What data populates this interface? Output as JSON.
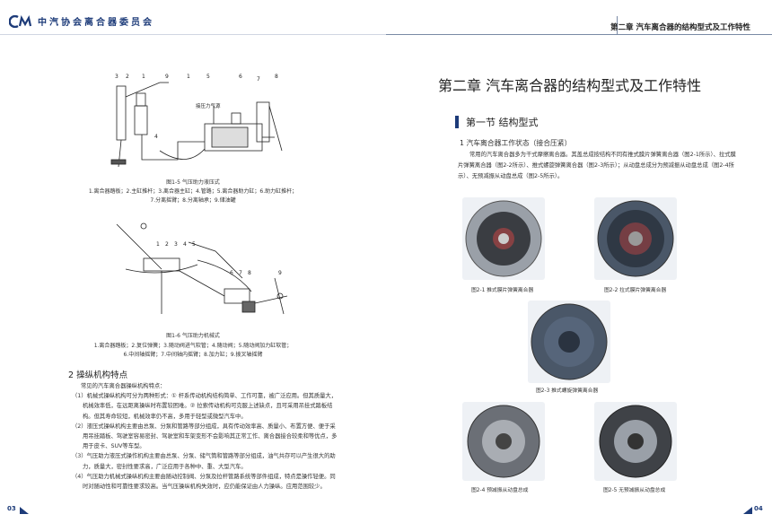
{
  "header": {
    "org_name": "中汽协会离合器委员会",
    "chapter_label": "第二章  汽车离合器的结构型式及工作特性"
  },
  "left": {
    "fig1": {
      "caption": "图1-5 气压助力液压式",
      "legend_line1": "1.离合器踏板；2.主缸推杆；3.离合器主缸；4.管路；5.离合器助力缸；6.助力缸推杆；",
      "legend_line2": "7.分离摇臂；8.分离轴承；9.储油罐",
      "inline_label": "接压力气源",
      "numbers": [
        "3",
        "2",
        "1",
        "9",
        "1",
        "5",
        "6",
        "7",
        "8",
        "4"
      ]
    },
    "fig2": {
      "caption": "图1-6 气压助力机械式",
      "legend_line1": "1.离合器踏板；2.复位弹簧；3.随动阀进气软管；4.随动阀；5.随动阀加力缸软管；",
      "legend_line2": "6.中间轴摇臂；7.中间轴内摇臂；8.加力缸；9.拨叉轴摇臂",
      "numbers": [
        "1",
        "2",
        "3",
        "4",
        "5",
        "6",
        "7",
        "8",
        "9"
      ]
    },
    "section_title": "2 操纵机构特点",
    "paragraphs": [
      "常见的汽车离合器操纵机构特点：",
      "（1）机械式操纵机构可分为两种形式：①  杆系传动机构结构简单、工作可靠，被广泛应用。但其质量大，机械效率低，在远距离操纵时布置较困难。② 拉索传动机构可克服上述缺点，且可采用吊挂式踏板结构。但其寿命较短，机械效率仍不高，多用于轻型或微型汽车中。",
      "（2）液压式操纵机构主要由总泵、分泵和管路等部分组成，具有传动效率高、质量小、布置方便、便于采用吊挂踏板、驾驶室容易密封、驾驶室和车架变形不会影响其正常工作、离合器接合较柔和等优点，多用于皮卡、SUV等车型。",
      "（3）气压助力液压式操作机构主要由总泵、分泵、储气筒和管路等部分组成，油气共存可以产生很大的助力，质量大，密封性要求高，广泛应用于各种中、重、大型汽车。",
      "（4）气压助力机械式操纵机构主要由随动控制阀、分泵及拉杆管路系统等部件组成，特点是操作轻便。同时对随动性和可靠性要求较高。当气压操纵机构失效时，应仍能保证由人力操纵。应用范围较少。"
    ],
    "page_number": "03"
  },
  "right": {
    "chapter_title": "第二章  汽车离合器的结构型式及工作特性",
    "section_heading": "第一节  结构型式",
    "subheading": "1 汽车离合器工作状态（接合压紧）",
    "intro": "常用的汽车离合器多为干式摩擦离合器。其盖总成按结构不同有推式膜片弹簧离合器（图2-1所示）、拉式膜片弹簧离合器（图2-2所示）、推式螺旋弹簧离合器（图2-3所示）；从动盘总成分为预减振从动盘总成（图2-4所示）、无预减振从动盘总成（图2-5所示）。",
    "photos": [
      {
        "caption": "图2-1 推式膜片弹簧离合器"
      },
      {
        "caption": "图2-2 拉式膜片弹簧离合器"
      },
      {
        "caption": "图2-3 推式螺旋弹簧离合器"
      },
      {
        "caption": "图2-4 预减振从动盘总成"
      },
      {
        "caption": "图2-5 无预减振从动盘总成"
      }
    ],
    "page_number": "04"
  },
  "colors": {
    "brand": "#1d3b79",
    "accent_gray": "#7a8aa5"
  }
}
